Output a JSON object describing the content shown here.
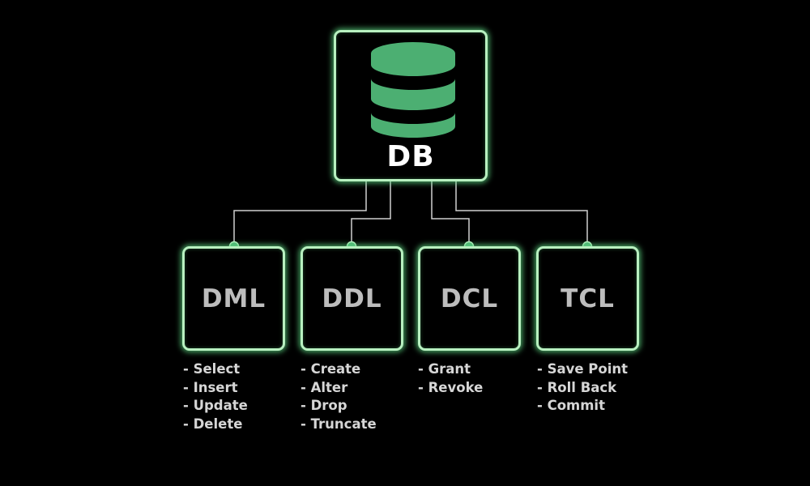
{
  "root": {
    "label": "DB",
    "icon": "database-icon"
  },
  "categories": [
    {
      "id": "dml",
      "label": "DML",
      "commands": [
        "- Select",
        "- Insert",
        "- Update",
        "- Delete"
      ]
    },
    {
      "id": "ddl",
      "label": "DDL",
      "commands": [
        "- Create",
        "- Alter",
        "- Drop",
        "- Truncate"
      ]
    },
    {
      "id": "dcl",
      "label": "DCL",
      "commands": [
        "- Grant",
        "- Revoke"
      ]
    },
    {
      "id": "tcl",
      "label": "TCL",
      "commands": [
        "- Save Point",
        "- Roll Back",
        "- Commit"
      ]
    }
  ],
  "colors": {
    "background": "#000000",
    "box_border": "#b8f0c0",
    "glow": "#5cd682",
    "accent": "#4caf72",
    "connector": "#d0d0d0"
  }
}
